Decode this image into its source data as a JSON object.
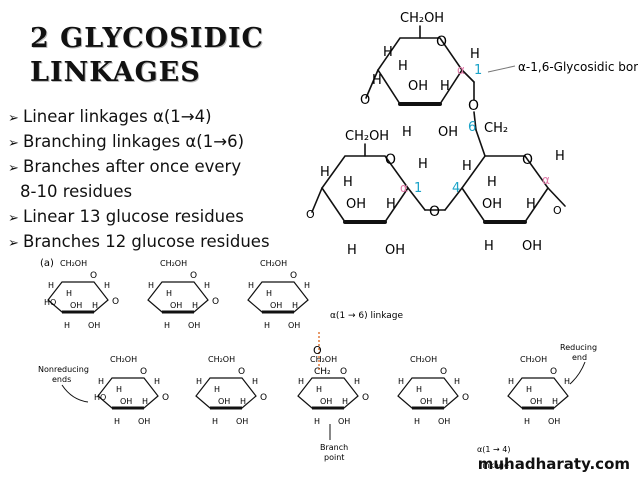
{
  "title": {
    "line1": "2 GLYCOSIDIC",
    "line2": "LINKAGES"
  },
  "bullets": [
    "Linear linkages α(1→4)",
    "Branching linkages α(1→6)",
    "Branches after once every",
    "8-10 residues",
    "Linear 13 glucose residues",
    "Branches 12 glucose residues"
  ],
  "top_diagram": {
    "ch2oh": "CH₂OH",
    "bond_label": "α-1,6-Glycosidic bond",
    "alpha": "α",
    "one": "1",
    "four": "4",
    "six": "6",
    "ch2": "CH₂",
    "h": "H",
    "oh": "OH",
    "o": "O",
    "alpha_color": "#e07aa8",
    "number_color": "#1aa3c8"
  },
  "bottom_diagram": {
    "panel": "(a)",
    "ch2oh": "CH₂OH",
    "ch2": "CH₂",
    "h": "H",
    "oh": "OH",
    "ho": "HO",
    "o": "O",
    "linkage16": "α(1 → 6) linkage",
    "linkage14": "α(1 → 4)",
    "linkage14b": "linkage",
    "nonreducing": "Nonreducing",
    "ends": "ends",
    "reducing": "Reducing",
    "end": "end",
    "branch": "Branch",
    "point": "point",
    "linkage_color": "#e07a3a"
  },
  "watermark": "muhadharaty.com"
}
